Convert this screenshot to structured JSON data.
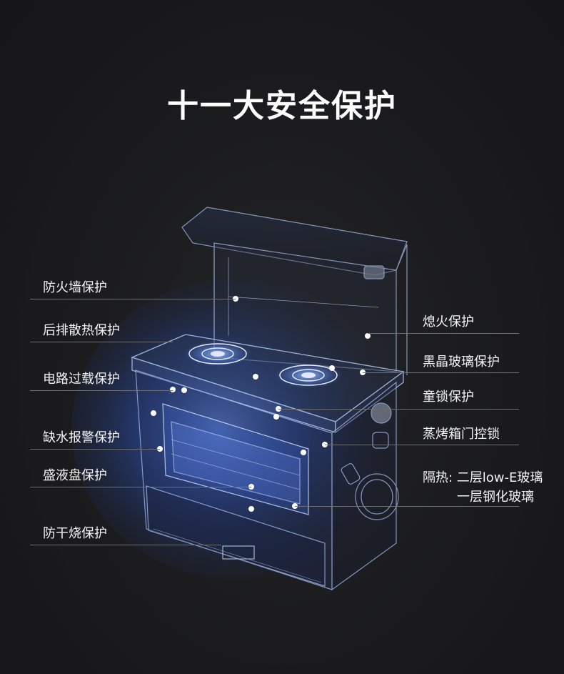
{
  "title": "十一大安全保护",
  "left_labels": [
    "防火墙保护",
    "后排散热保护",
    "电路过载保护",
    "缺水报警保护",
    "盛液盘保护",
    "防干烧保护"
  ],
  "right_labels": [
    "熄火保护",
    "黑晶玻璃保护",
    "童锁保护",
    "蒸烤箱门控锁"
  ],
  "insulation": {
    "line1": "隔热: 二层low-E玻璃",
    "line2": "一层钢化玻璃"
  },
  "colors": {
    "background": "#1b1b1d",
    "glow": "#4f7dff",
    "wire": "#9fb6e6",
    "leader": "#6d6f73"
  }
}
